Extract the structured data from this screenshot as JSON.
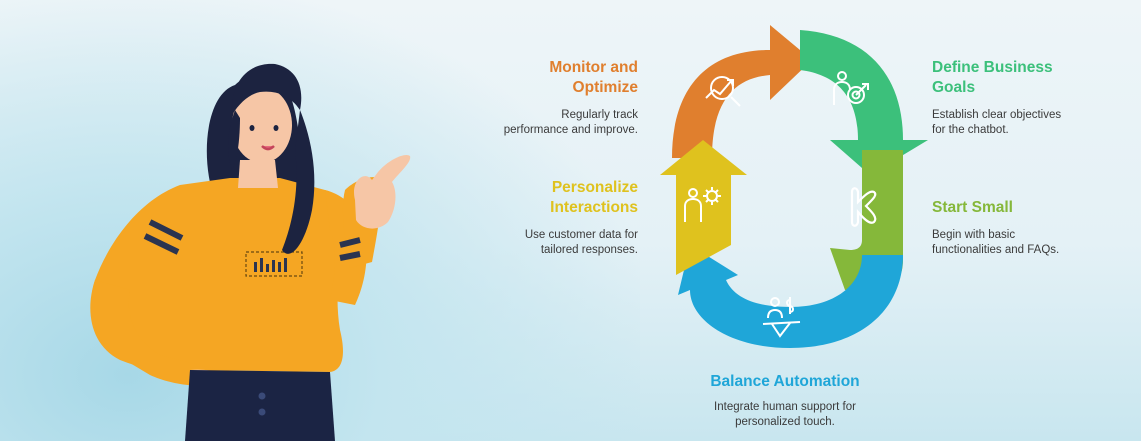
{
  "colors": {
    "monitor": "#e07f2e",
    "define": "#3cc07b",
    "start": "#85b83a",
    "balance": "#1fa6d8",
    "personalize": "#dfc21e"
  },
  "steps": [
    {
      "id": "monitor",
      "title_line1": "Monitor and",
      "title_line2": "Optimize",
      "desc_line1": "Regularly track",
      "desc_line2": "performance and improve.",
      "icon": "chart-magnifier-icon"
    },
    {
      "id": "define",
      "title_line1": "Define Business",
      "title_line2": "Goals",
      "desc_line1": "Establish clear objectives",
      "desc_line2": "for the chatbot.",
      "icon": "person-target-icon"
    },
    {
      "id": "start",
      "title_line1": "Start Small",
      "title_line2": "",
      "desc_line1": "Begin with basic",
      "desc_line2": "functionalities and FAQs.",
      "icon": "small-steps-icon"
    },
    {
      "id": "balance",
      "title_line1": "Balance Automation",
      "title_line2": "",
      "desc_line1": "Integrate human support for",
      "desc_line2": "personalized touch.",
      "icon": "person-scale-dollar-icon"
    },
    {
      "id": "personalize",
      "title_line1": "Personalize",
      "title_line2": "Interactions",
      "desc_line1": "Use customer data for",
      "desc_line2": "tailored responses.",
      "icon": "person-gear-icon"
    }
  ]
}
